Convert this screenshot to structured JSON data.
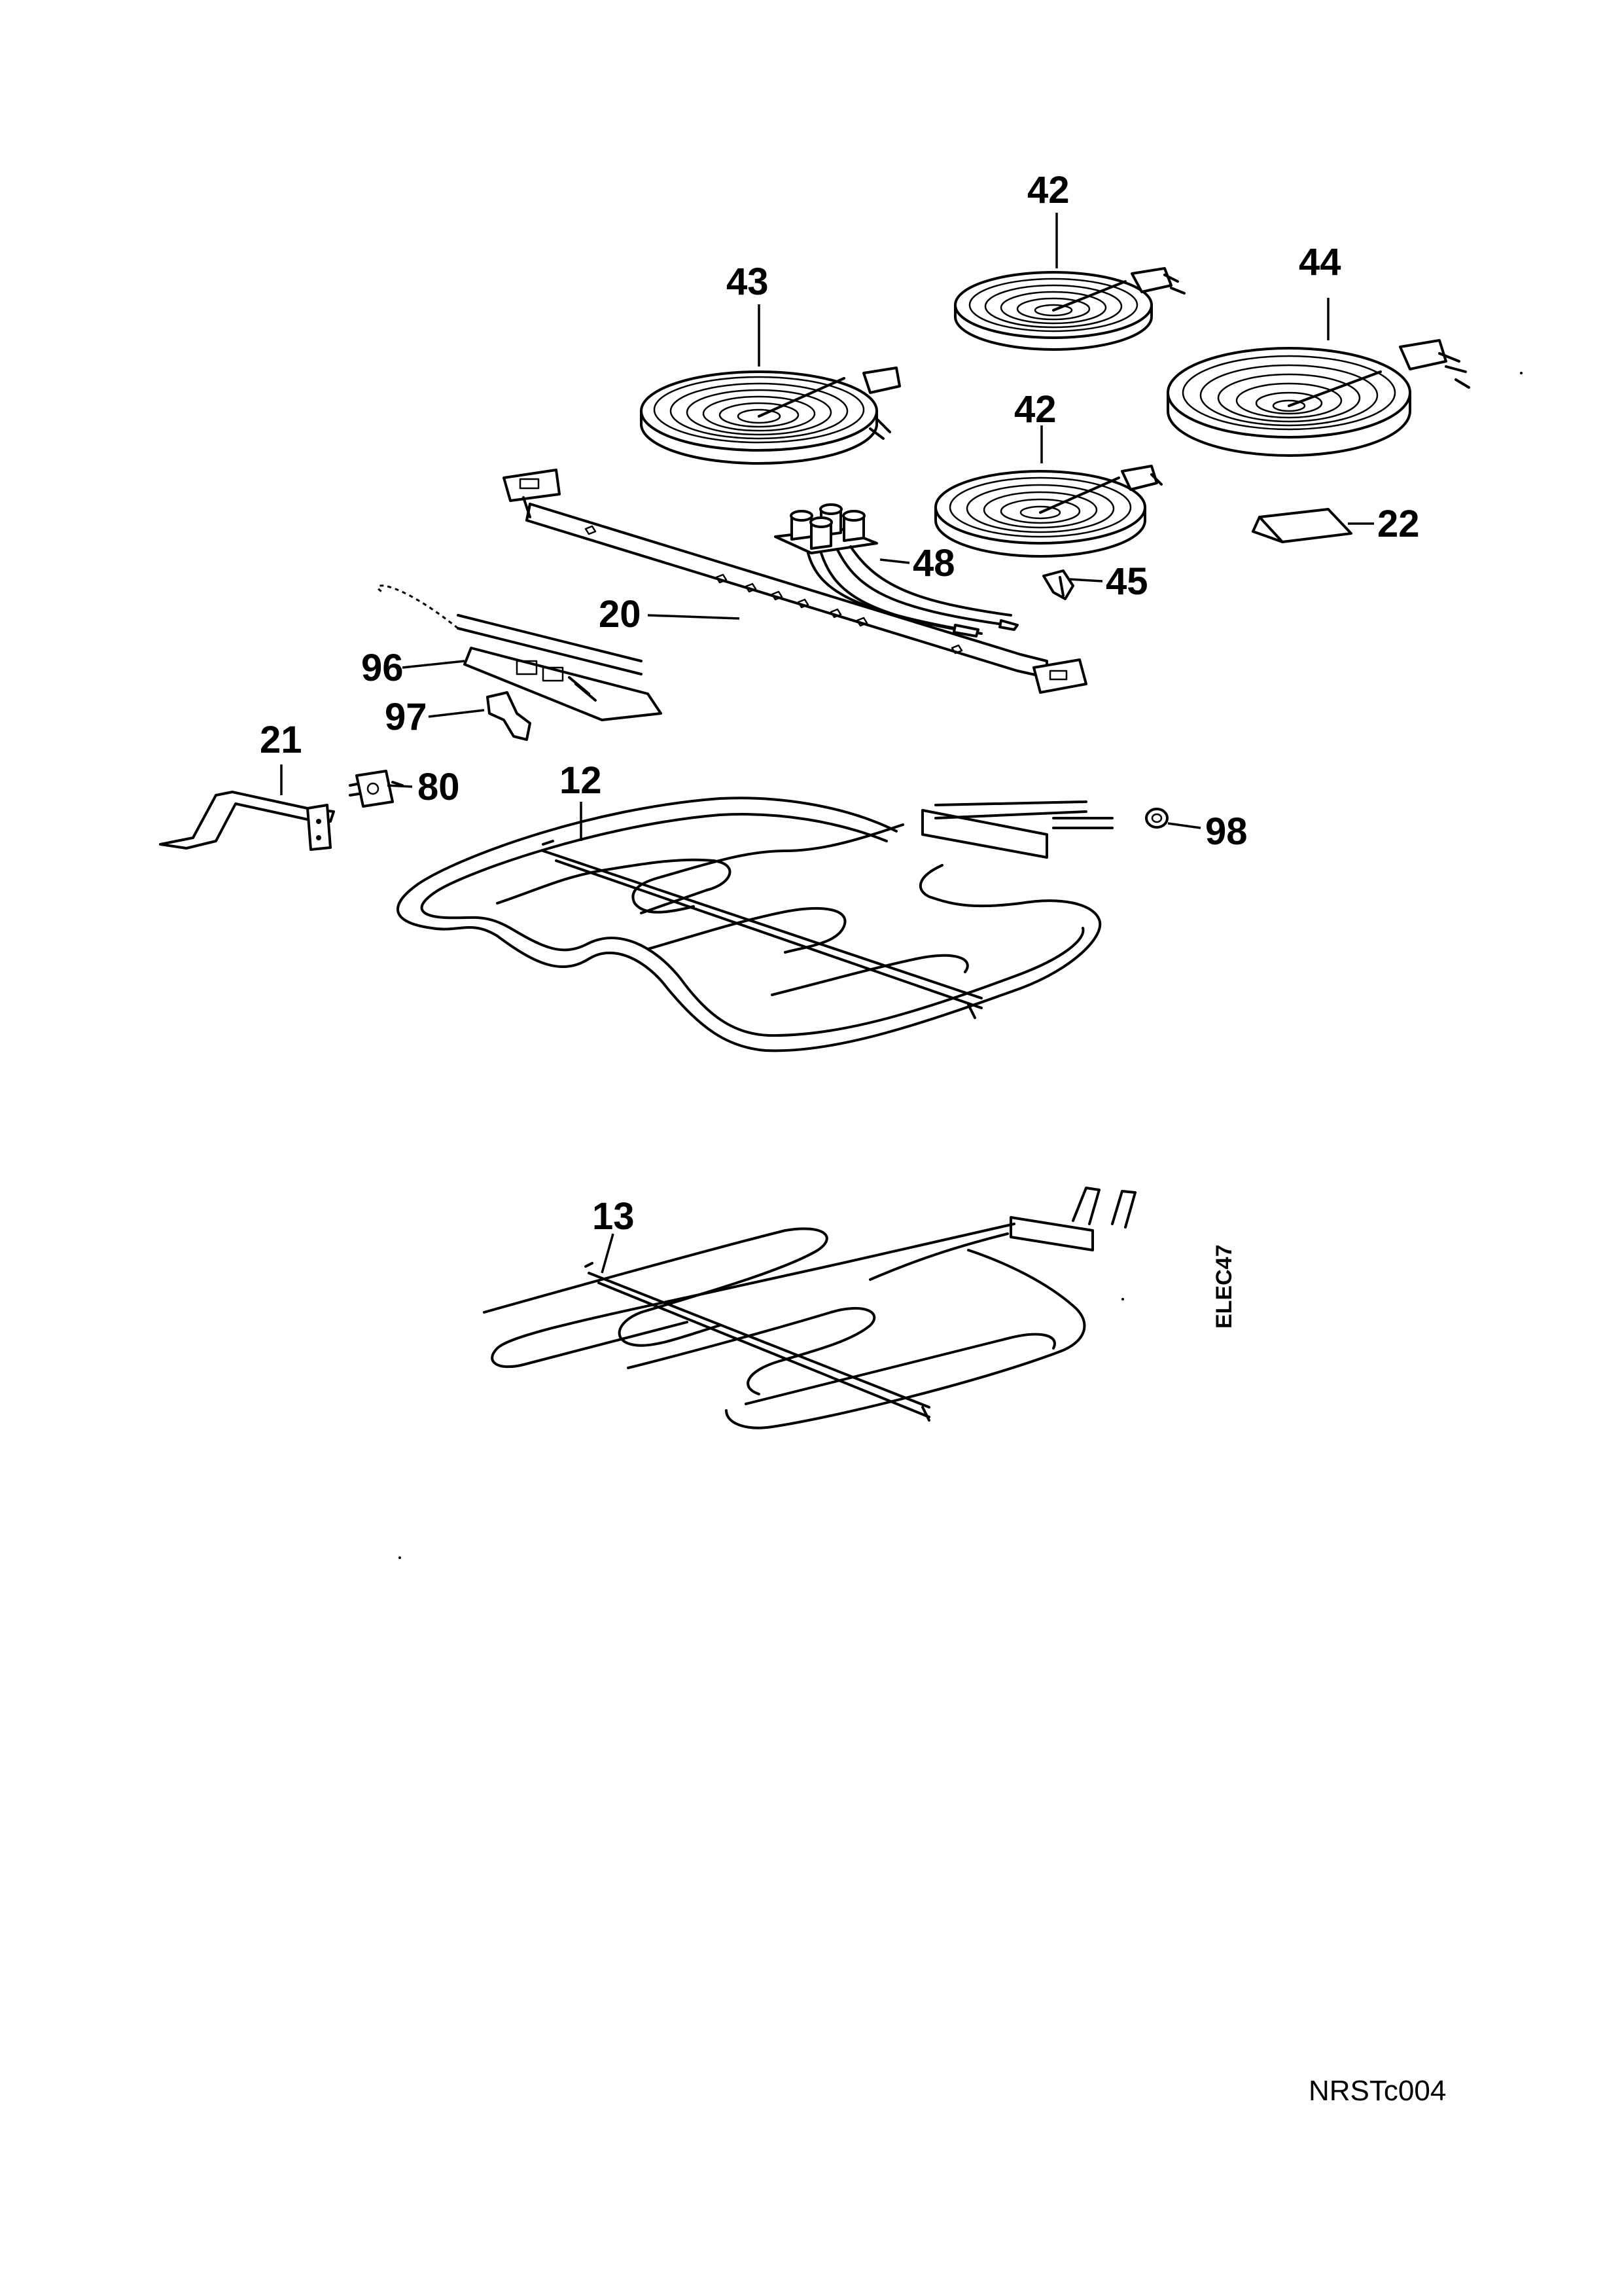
{
  "diagram": {
    "labels": {
      "hob_43": "43",
      "hob_42_top": "42",
      "hob_44": "44",
      "hob_42_mid": "42",
      "part_22": "22",
      "part_48": "48",
      "part_45": "45",
      "part_20": "20",
      "part_96": "96",
      "part_97": "97",
      "part_21": "21",
      "part_80": "80",
      "part_12": "12",
      "part_98": "98",
      "part_13": "13"
    },
    "drawing_code": "ELEC47",
    "sheet_code": "NRSTc004"
  }
}
